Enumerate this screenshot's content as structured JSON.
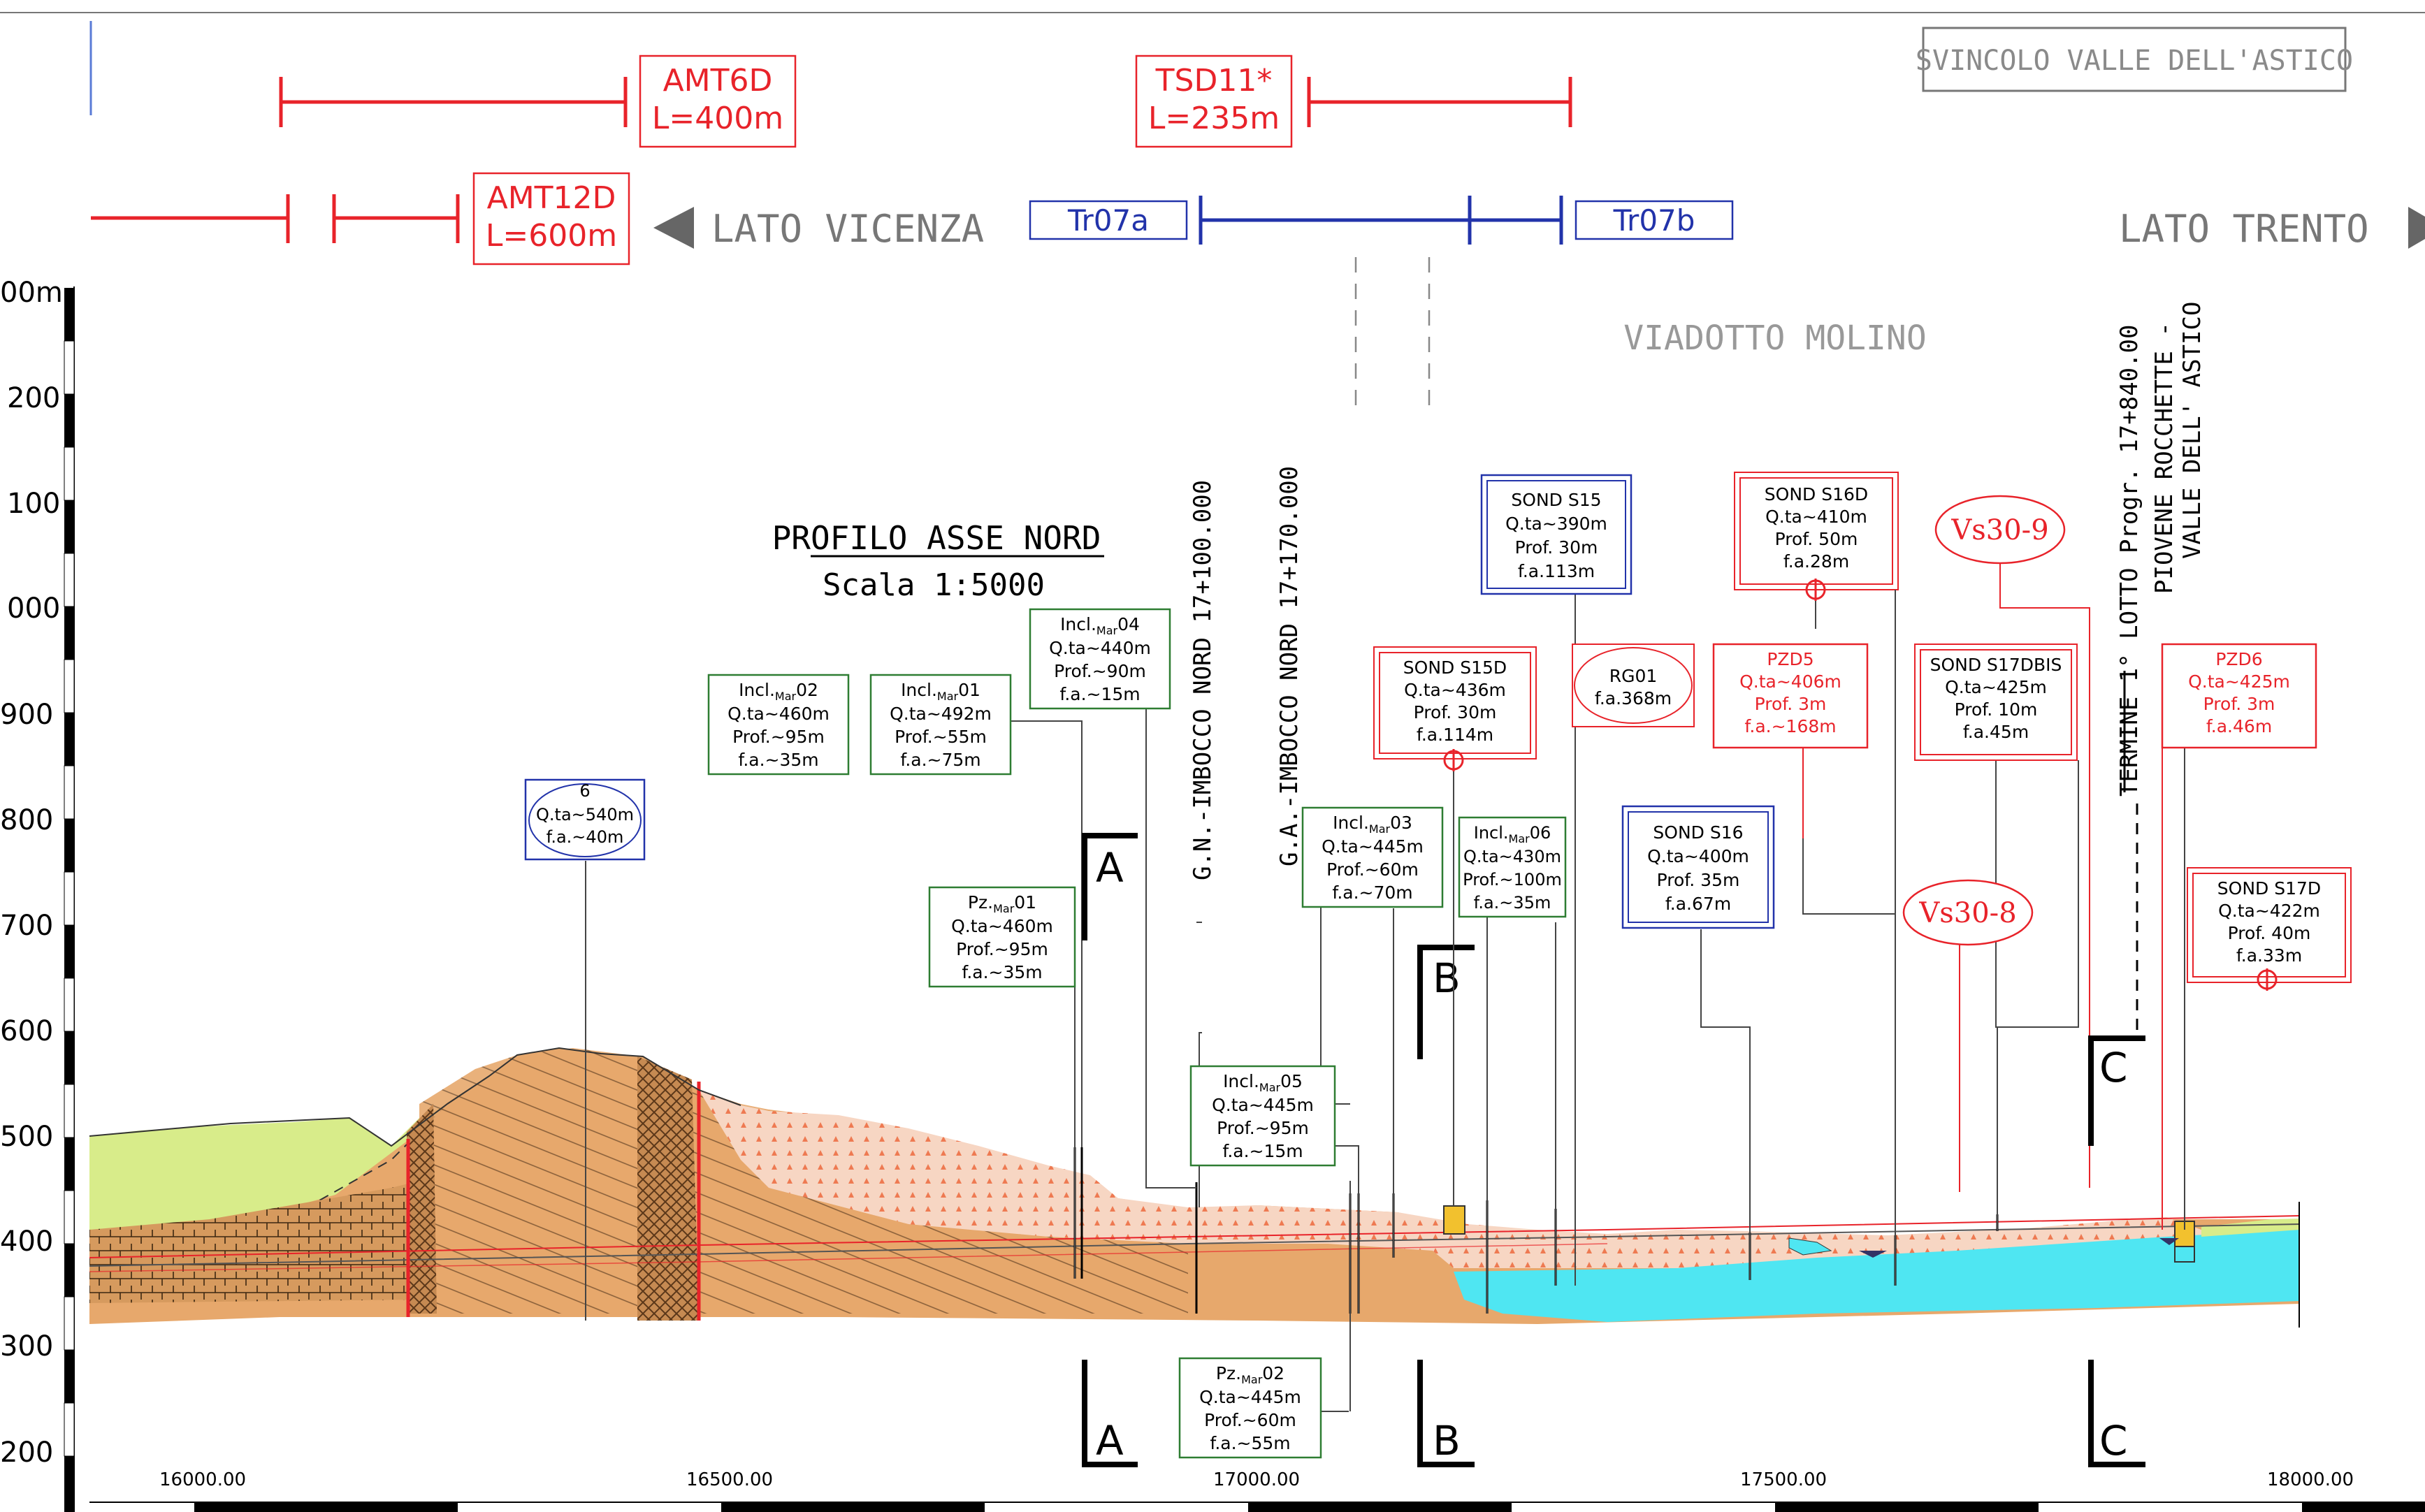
{
  "header": {
    "corner_box": "SVINCOLO VALLE DELL'ASTICO",
    "lato_vicenza": "LATO VICENZA",
    "lato_trento": "LATO TRENTO",
    "viaduct": "VIADOTTO MOLINO"
  },
  "segments": {
    "amt6d": {
      "name": "AMT6D",
      "length": "L=400m"
    },
    "tsd11": {
      "name": "TSD11*",
      "length": "L=235m"
    },
    "amt12d": {
      "name": "AMT12D",
      "length": "L=600m"
    },
    "tr07a": "Tr07a",
    "tr07b": "Tr07b"
  },
  "title": {
    "main": "PROFILO ASSE NORD",
    "scale": "Scala 1:5000"
  },
  "axis": {
    "y_ticks": [
      "00m",
      "200",
      "100",
      "000",
      "900",
      "800",
      "700",
      "600",
      "500",
      "400",
      "300",
      "200"
    ],
    "x_ticks": [
      "16000.00",
      "16500.00",
      "17000.00",
      "17500.00",
      "18000.00"
    ]
  },
  "vertical_labels": {
    "gn": "G.N.-IMBOCCO NORD 17+100.000",
    "ga": "G.A.-IMBOCCO NORD 17+170.000",
    "term": "TERMINE 1° LOTTO  Progr. 17+840.00",
    "piovene": "PIOVENE ROCCHETTE -",
    "valle": "VALLE DELL' ASTICO"
  },
  "boreholes": {
    "b6": {
      "l1": "6",
      "l2": "Q.ta~540m",
      "l3": "f.a.~40m"
    },
    "incl02": {
      "l1": "Incl.",
      "sub": "Mar",
      "num": "02",
      "l2": "Q.ta~460m",
      "l3": "Prof.~95m",
      "l4": "f.a.~35m"
    },
    "incl01": {
      "l1": "Incl.",
      "sub": "Mar",
      "num": "01",
      "l2": "Q.ta~492m",
      "l3": "Prof.~55m",
      "l4": "f.a.~75m"
    },
    "incl04": {
      "l1": "Incl.",
      "sub": "Mar",
      "num": "04",
      "l2": "Q.ta~440m",
      "l3": "Prof.~90m",
      "l4": "f.a.~15m"
    },
    "pz01": {
      "l1": "Pz.",
      "sub": "Mar",
      "num": "01",
      "l2": "Q.ta~460m",
      "l3": "Prof.~95m",
      "l4": "f.a.~35m"
    },
    "incl05": {
      "l1": "Incl.",
      "sub": "Mar",
      "num": "05",
      "l2": "Q.ta~445m",
      "l3": "Prof.~95m",
      "l4": "f.a.~15m"
    },
    "pz02": {
      "l1": "Pz.",
      "sub": "Mar",
      "num": "02",
      "l2": "Q.ta~445m",
      "l3": "Prof.~60m",
      "l4": "f.a.~55m"
    },
    "incl03": {
      "l1": "Incl.",
      "sub": "Mar",
      "num": "03",
      "l2": "Q.ta~445m",
      "l3": "Prof.~60m",
      "l4": "f.a.~70m"
    },
    "incl06": {
      "l1": "Incl.",
      "sub": "Mar",
      "num": "06",
      "l2": "Q.ta~430m",
      "l3": "Prof.~100m",
      "l4": "f.a.~35m"
    },
    "s15d": {
      "l1": "SOND S15D",
      "l2": "Q.ta~436m",
      "l3": "Prof. 30m",
      "l4": "f.a.114m"
    },
    "s15": {
      "l1": "SOND S15",
      "l2": "Q.ta~390m",
      "l3": "Prof. 30m",
      "l4": "f.a.113m"
    },
    "rg01": {
      "l1": "RG01",
      "l2": "f.a.368m"
    },
    "s16d": {
      "l1": "SOND S16D",
      "l2": "Q.ta~410m",
      "l3": "Prof. 50m",
      "l4": "f.a.28m"
    },
    "pzd5": {
      "l1": "PZD5",
      "l2": "Q.ta~406m",
      "l3": "Prof. 3m",
      "l4": "f.a.~168m"
    },
    "s16": {
      "l1": "SOND S16",
      "l2": "Q.ta~400m",
      "l3": "Prof. 35m",
      "l4": "f.a.67m"
    },
    "s17dbis": {
      "l1": "SOND S17DBIS",
      "l2": "Q.ta~425m",
      "l3": "Prof. 10m",
      "l4": "f.a.45m"
    },
    "pzd6": {
      "l1": "PZD6",
      "l2": "Q.ta~425m",
      "l3": "Prof. 3m",
      "l4": "f.a.46m"
    },
    "s17d": {
      "l1": "SOND S17D",
      "l2": "Q.ta~422m",
      "l3": "Prof. 40m",
      "l4": "f.a.33m"
    }
  },
  "seismic": {
    "vs9": "Vs30-9",
    "vs8": "Vs30-8"
  },
  "sections": {
    "a": "A",
    "b": "B",
    "c": "C"
  },
  "colors": {
    "red": "#e8232a",
    "blue": "#2233aa",
    "green": "#2e7d32",
    "soil": "#e7a86c",
    "green_fill": "#d8ec8a",
    "water": "#4fe6f2"
  }
}
